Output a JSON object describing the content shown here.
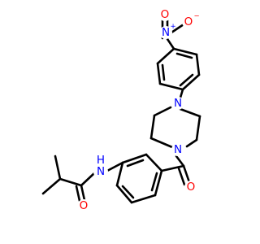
{
  "molecule": {
    "colors": {
      "bond": "#000000",
      "nitrogen": "#0000ff",
      "oxygen": "#ff0000",
      "carbon": "#000000"
    },
    "atoms": {
      "n_nitro": {
        "symbol": "N",
        "charge": "+",
        "element": "nitrogen"
      },
      "o_nitro_left": {
        "symbol": "O",
        "charge": "",
        "element": "oxygen"
      },
      "o_nitro_right": {
        "symbol": "O",
        "charge": "−",
        "element": "oxygen"
      },
      "n_piperazine_top": {
        "symbol": "N",
        "charge": "",
        "element": "nitrogen"
      },
      "n_piperazine_bottom": {
        "symbol": "N",
        "charge": "",
        "element": "nitrogen"
      },
      "o_carbonyl": {
        "symbol": "O",
        "charge": "",
        "element": "oxygen"
      },
      "n_amide": {
        "symbol": "N",
        "charge": "",
        "element": "nitrogen"
      },
      "h_amide": {
        "symbol": "H",
        "charge": "",
        "element": "nitrogen"
      },
      "o_amide": {
        "symbol": "O",
        "charge": "",
        "element": "oxygen"
      }
    }
  }
}
